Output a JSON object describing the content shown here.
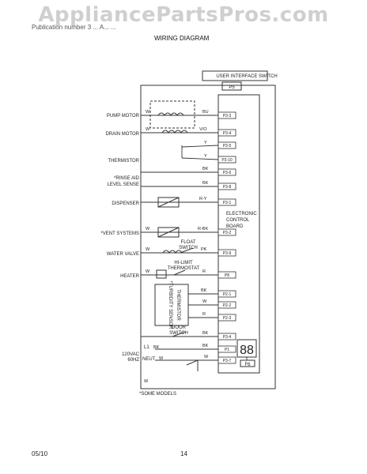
{
  "watermark": "AppliancePartsPros.com",
  "header_subtitle": "Publication number 3 ... A... ...",
  "title": "WIRING DIAGRAM",
  "labels": {
    "user_interface_switch": "USER INTERFACE SWITCH",
    "p5": "P5",
    "pump_motor": "PUMP MOTOR",
    "drain_motor": "DRAIN MOTOR",
    "thermistor": "THERMISTOR",
    "rinse_aid_1": "*RINSE AID",
    "rinse_aid_2": "LEVEL SENSE",
    "dispenser": "DISPENSER",
    "vent_systems": "*VENT SYSTEMS",
    "water_valve": "WATER VALVE",
    "heater": "HEATER",
    "float_switch_1": "FLOAT",
    "float_switch_2": "SWITCH",
    "hi_limit_1": "HI-LIMIT",
    "hi_limit_2": "THERMOSTAT",
    "control_board_1": "ELECTRONIC",
    "control_board_2": "CONTROL",
    "control_board_3": "BOARD",
    "turbidity_1": "*TURBIDITY SENSOR",
    "turbidity_2": "THERMISTOR",
    "door_switch_1": "DOOR",
    "door_switch_2": "SWITCH",
    "supply_1": "120VAC",
    "supply_2": "60HZ",
    "l1": "L1",
    "neut": "NEUT",
    "f6": "F6",
    "some_models": "*SOME MODELS",
    "display": "88"
  },
  "wire_colors": [
    "W",
    "BU",
    "W",
    "V/O",
    "Y",
    "Y",
    "BK",
    "BK",
    "R-Y",
    "W",
    "R-BK",
    "W",
    "PK",
    "W",
    "R",
    "BK",
    "W",
    "R",
    "BK",
    "BK",
    "BK",
    "W",
    "W",
    "W"
  ],
  "connectors": [
    "P3-3",
    "P3-4",
    "P3-5",
    "P3-10",
    "P3-6",
    "P3-8",
    "P3-1",
    "P3-2",
    "P3-9",
    "P8",
    "P2-1",
    "P2-2",
    "P2-3",
    "P3-4",
    "P1",
    "P3-7"
  ],
  "footer": {
    "date": "05/10",
    "page": "14"
  }
}
